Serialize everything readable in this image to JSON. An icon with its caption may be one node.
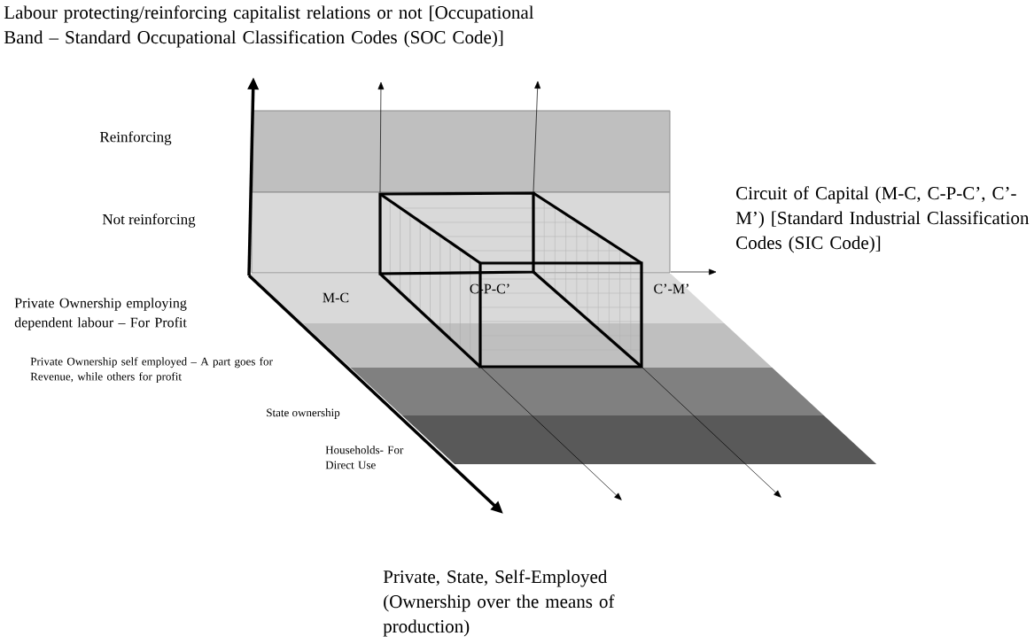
{
  "diagram": {
    "labels": [
      "Labour protecting/reinforcing capitalist relations or not [Occupational Band – Standard Occupational Classification Codes (SOC Code)]",
      "Reinforcing",
      "Not reinforcing",
      "Circuit of Capital (M-C, C-P-C’, C’-M’) [Standard Industrial Classification Codes (SIC Code)]",
      "M-C",
      "C-P-C’",
      "C’-M’",
      "Private Ownership employing dependent labour – For Profit",
      "Private Ownership self employed – A part goes for Revenue, while others for profit",
      "State ownership",
      "Households- For Direct Use",
      "Private, State, Self-Employed (Ownership over the means of production)"
    ]
  }
}
